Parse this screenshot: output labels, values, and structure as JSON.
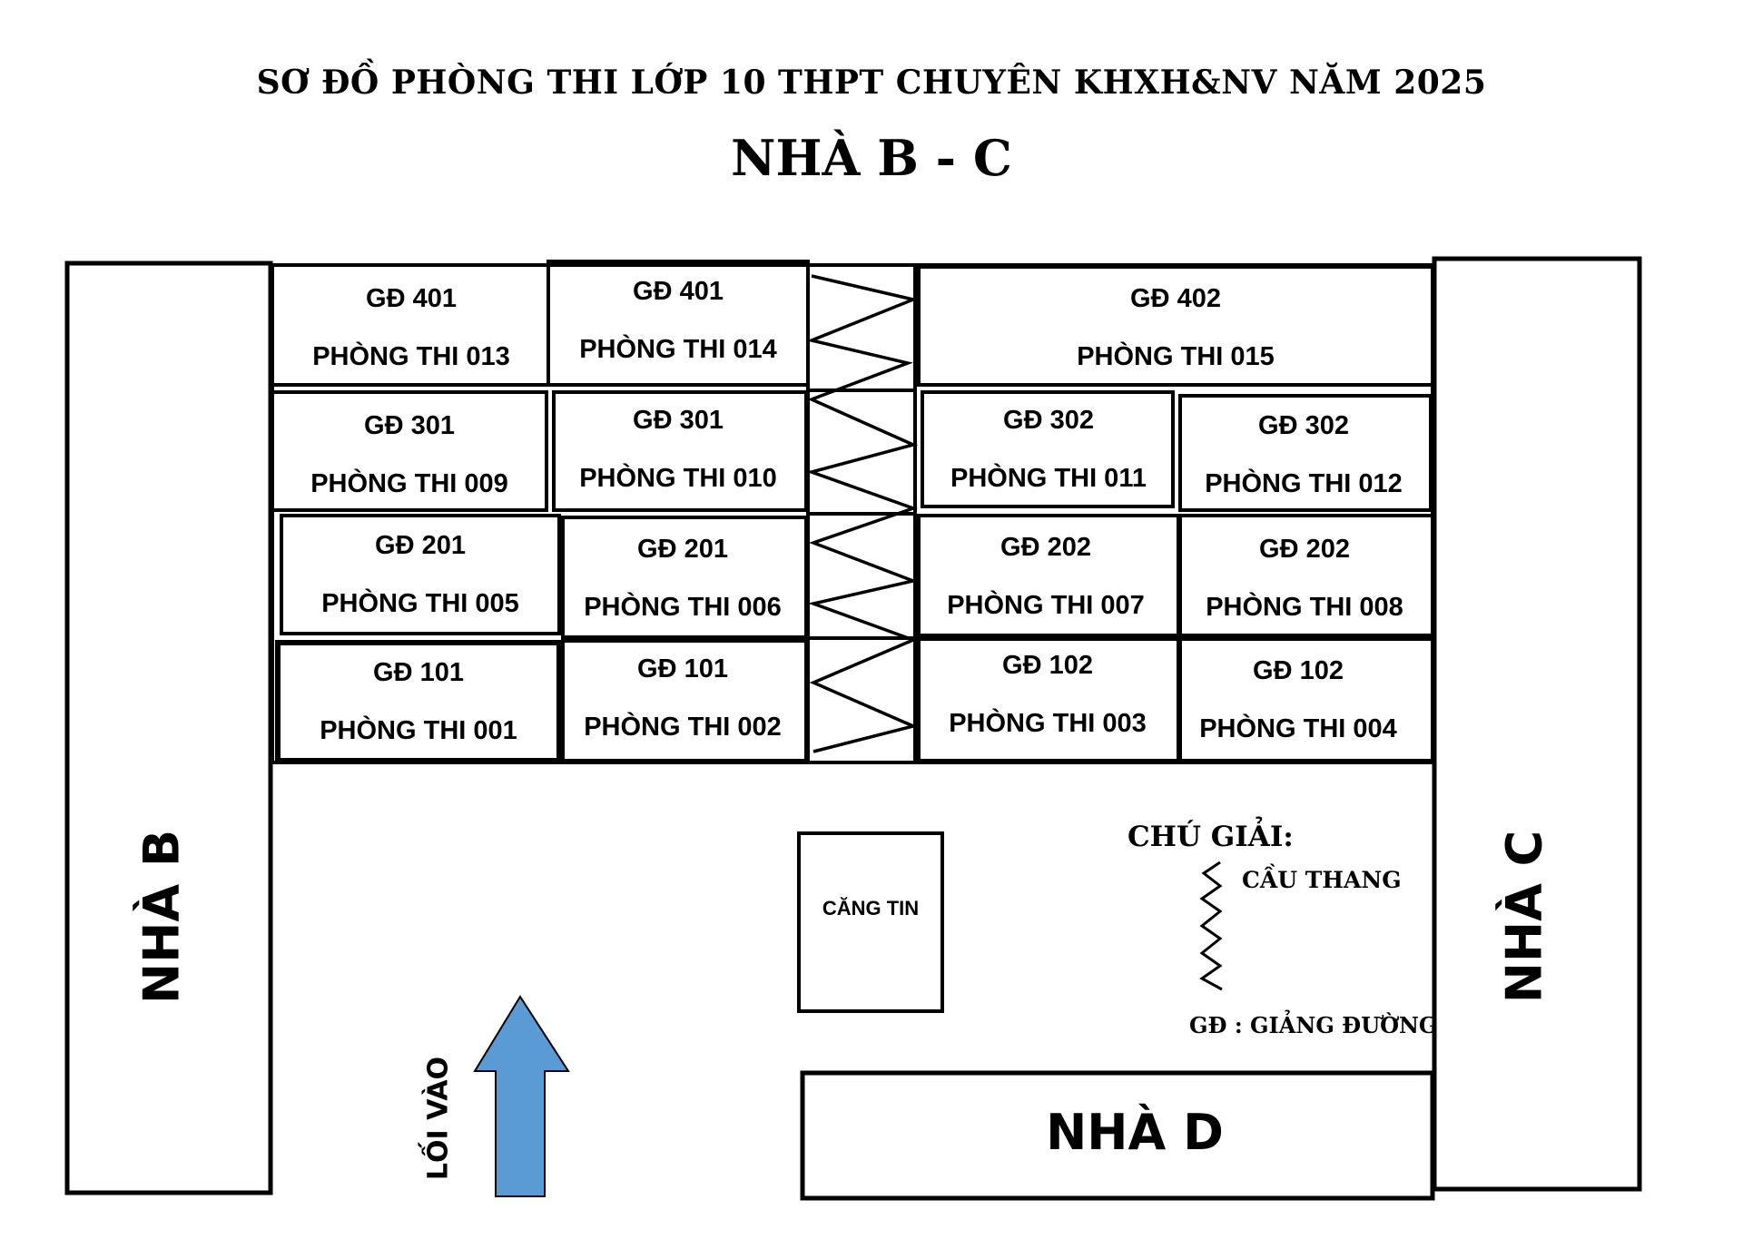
{
  "title": "SƠ ĐỒ PHÒNG THI LỚP 10 THPT CHUYÊN KHXH&NV NĂM 2025",
  "subtitle": "NHÀ B - C",
  "buildings": {
    "b": "NHÀ B",
    "c": "NHÀ C",
    "d": "NHÀ D"
  },
  "canteen": "CĂNG TIN",
  "entrance": "LỐI VÀO",
  "legend": {
    "title": "CHÚ GIẢI:",
    "stairs": "CẦU THANG",
    "gd": "GĐ :  GIẢNG ĐƯỜNG"
  },
  "rooms": [
    {
      "hall": "GĐ 401",
      "room": "PHÒNG THI 013"
    },
    {
      "hall": "GĐ 401",
      "room": "PHÒNG THI 014"
    },
    {
      "hall": "GĐ 402",
      "room": "PHÒNG THI 015"
    },
    {
      "hall": "GĐ 301",
      "room": "PHÒNG THI 009"
    },
    {
      "hall": "GĐ 301",
      "room": "PHÒNG THI 010"
    },
    {
      "hall": "GĐ 302",
      "room": "PHÒNG THI 011"
    },
    {
      "hall": "GĐ 302",
      "room": "PHÒNG THI 012"
    },
    {
      "hall": "GĐ 201",
      "room": "PHÒNG THI 005"
    },
    {
      "hall": "GĐ 201",
      "room": "PHÒNG THI 006"
    },
    {
      "hall": "GĐ 202",
      "room": "PHÒNG THI 007"
    },
    {
      "hall": "GĐ 202",
      "room": "PHÒNG THI 008"
    },
    {
      "hall": "GĐ 101",
      "room": "PHÒNG THI 001"
    },
    {
      "hall": "GĐ 101",
      "room": "PHÒNG THI 002"
    },
    {
      "hall": "GĐ 102",
      "room": "PHÒNG THI 003"
    },
    {
      "hall": "GĐ 102",
      "room": "PHÒNG THI 004"
    }
  ],
  "colors": {
    "line": "#000000",
    "arrow": "#5b9bd5"
  }
}
